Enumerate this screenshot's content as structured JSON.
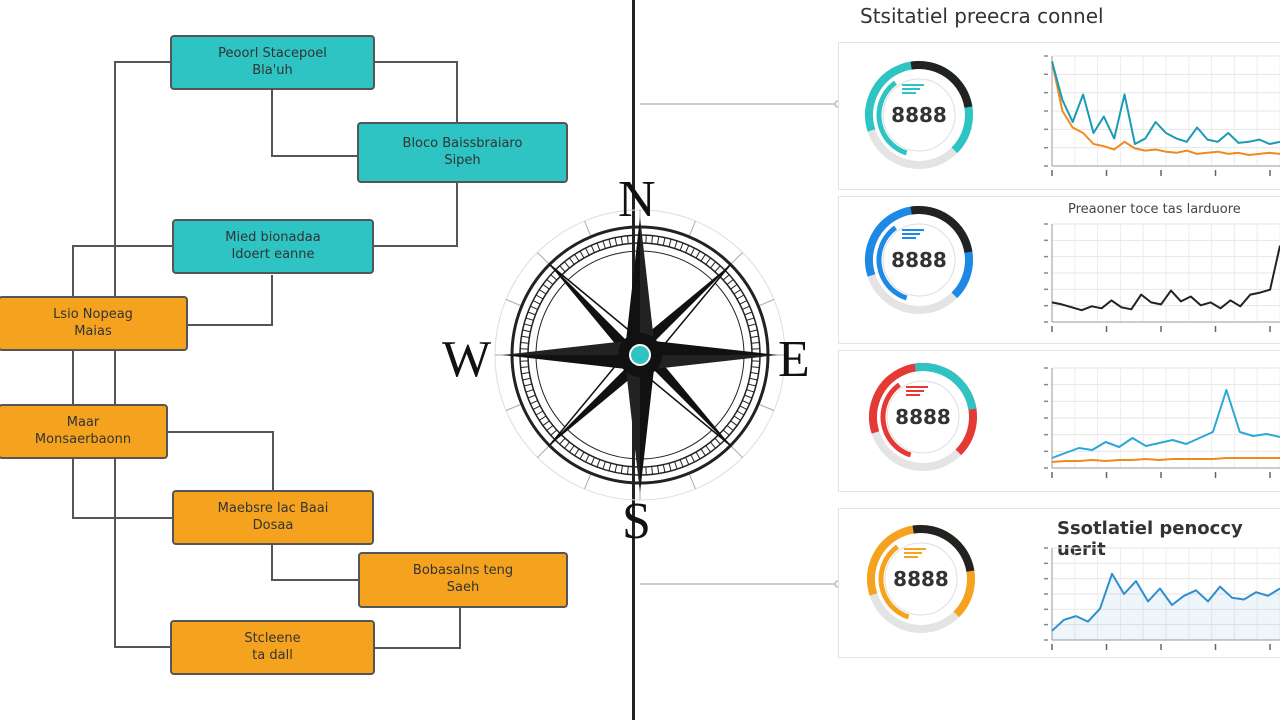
{
  "flow_boxes": [
    {
      "line1": "Peoorl Stacepoel",
      "line2": "Bla'uh",
      "color": "teal"
    },
    {
      "line1": "Bloco Baissbraiaro",
      "line2": "Sipeh",
      "color": "teal"
    },
    {
      "line1": "Mied bionadaa",
      "line2": "Idoert eanne",
      "color": "teal"
    },
    {
      "line1": "Lsio Nopeag",
      "line2": "Maias",
      "color": "orange"
    },
    {
      "line1": "Maar",
      "line2": "Monsaerbaonn",
      "color": "orange"
    },
    {
      "line1": "Maebsre lac Baai",
      "line2": "Dosaa",
      "color": "orange"
    },
    {
      "line1": "Bobasalns teng",
      "line2": "Saeh",
      "color": "orange"
    },
    {
      "line1": "Stcleene",
      "line2": "ta dall",
      "color": "orange"
    }
  ],
  "compass": {
    "north": "N",
    "south": "S",
    "east": "E",
    "west": "W",
    "accent": "#2ec4c4"
  },
  "dashboard": {
    "title": "Stsitatiel preecra connel",
    "panel2_title": "Preaoner toce tas larduore",
    "panel4_title": "Ssotlatiel penoccy uerit",
    "panels": [
      {
        "ring_value": "8888",
        "ring_colors": [
          "#2ec4c4",
          "#222222"
        ],
        "line_colors": [
          "#1a9bb5",
          "#f08a1e"
        ]
      },
      {
        "ring_value": "8888",
        "ring_colors": [
          "#1e88e5",
          "#222222"
        ],
        "line_colors": [
          "#222222"
        ]
      },
      {
        "ring_value": "8888",
        "ring_colors": [
          "#e53935",
          "#2ec4c4"
        ],
        "line_colors": [
          "#2aa8d8",
          "#f08a1e"
        ]
      },
      {
        "ring_value": "8888",
        "ring_colors": [
          "#f5a31f",
          "#222222"
        ],
        "line_colors": [
          "#2e8fd0"
        ]
      }
    ]
  },
  "chart_data": [
    {
      "type": "line",
      "series": [
        {
          "values": [
            9.5,
            6,
            4,
            6.5,
            3,
            4.5,
            2.5,
            6.5,
            2,
            2.5,
            4,
            3,
            2.5,
            2.2,
            3.5,
            2.4,
            2.2,
            3,
            2.1,
            2.2,
            2.4,
            2,
            2.2
          ]
        },
        {
          "values": [
            9.5,
            5,
            3.5,
            3,
            2,
            1.8,
            1.5,
            2.2,
            1.6,
            1.4,
            1.5,
            1.3,
            1.2,
            1.4,
            1.1,
            1.2,
            1.3,
            1.1,
            1.2,
            1.0,
            1.1,
            1.2,
            1.1
          ]
        }
      ]
    },
    {
      "type": "line",
      "series": [
        {
          "values": [
            2,
            1.8,
            1.5,
            1.2,
            1.6,
            1.4,
            2.2,
            1.5,
            1.3,
            2.8,
            2.0,
            1.8,
            3.2,
            2.1,
            2.6,
            1.7,
            2.0,
            1.4,
            2.2,
            1.6,
            2.8,
            3.0,
            3.3,
            7.8
          ]
        }
      ]
    },
    {
      "type": "line",
      "series": [
        {
          "values": [
            1.0,
            1.5,
            2.0,
            1.8,
            2.6,
            2.1,
            3.0,
            2.2,
            2.5,
            2.8,
            2.4,
            3.0,
            3.6,
            7.8,
            3.6,
            3.2,
            3.4,
            3.1
          ]
        },
        {
          "values": [
            0.6,
            0.7,
            0.7,
            0.8,
            0.7,
            0.8,
            0.8,
            0.9,
            0.8,
            0.9,
            0.9,
            0.9,
            0.9,
            1.0,
            1.0,
            1.0,
            1.0,
            1.0
          ]
        }
      ]
    },
    {
      "type": "line",
      "series": [
        {
          "values": [
            1.0,
            2.2,
            2.6,
            2.0,
            3.4,
            7.2,
            5.0,
            6.4,
            4.2,
            5.6,
            3.8,
            4.8,
            5.4,
            4.2,
            5.8,
            4.6,
            4.4,
            5.2,
            4.8,
            5.6
          ]
        }
      ]
    }
  ]
}
